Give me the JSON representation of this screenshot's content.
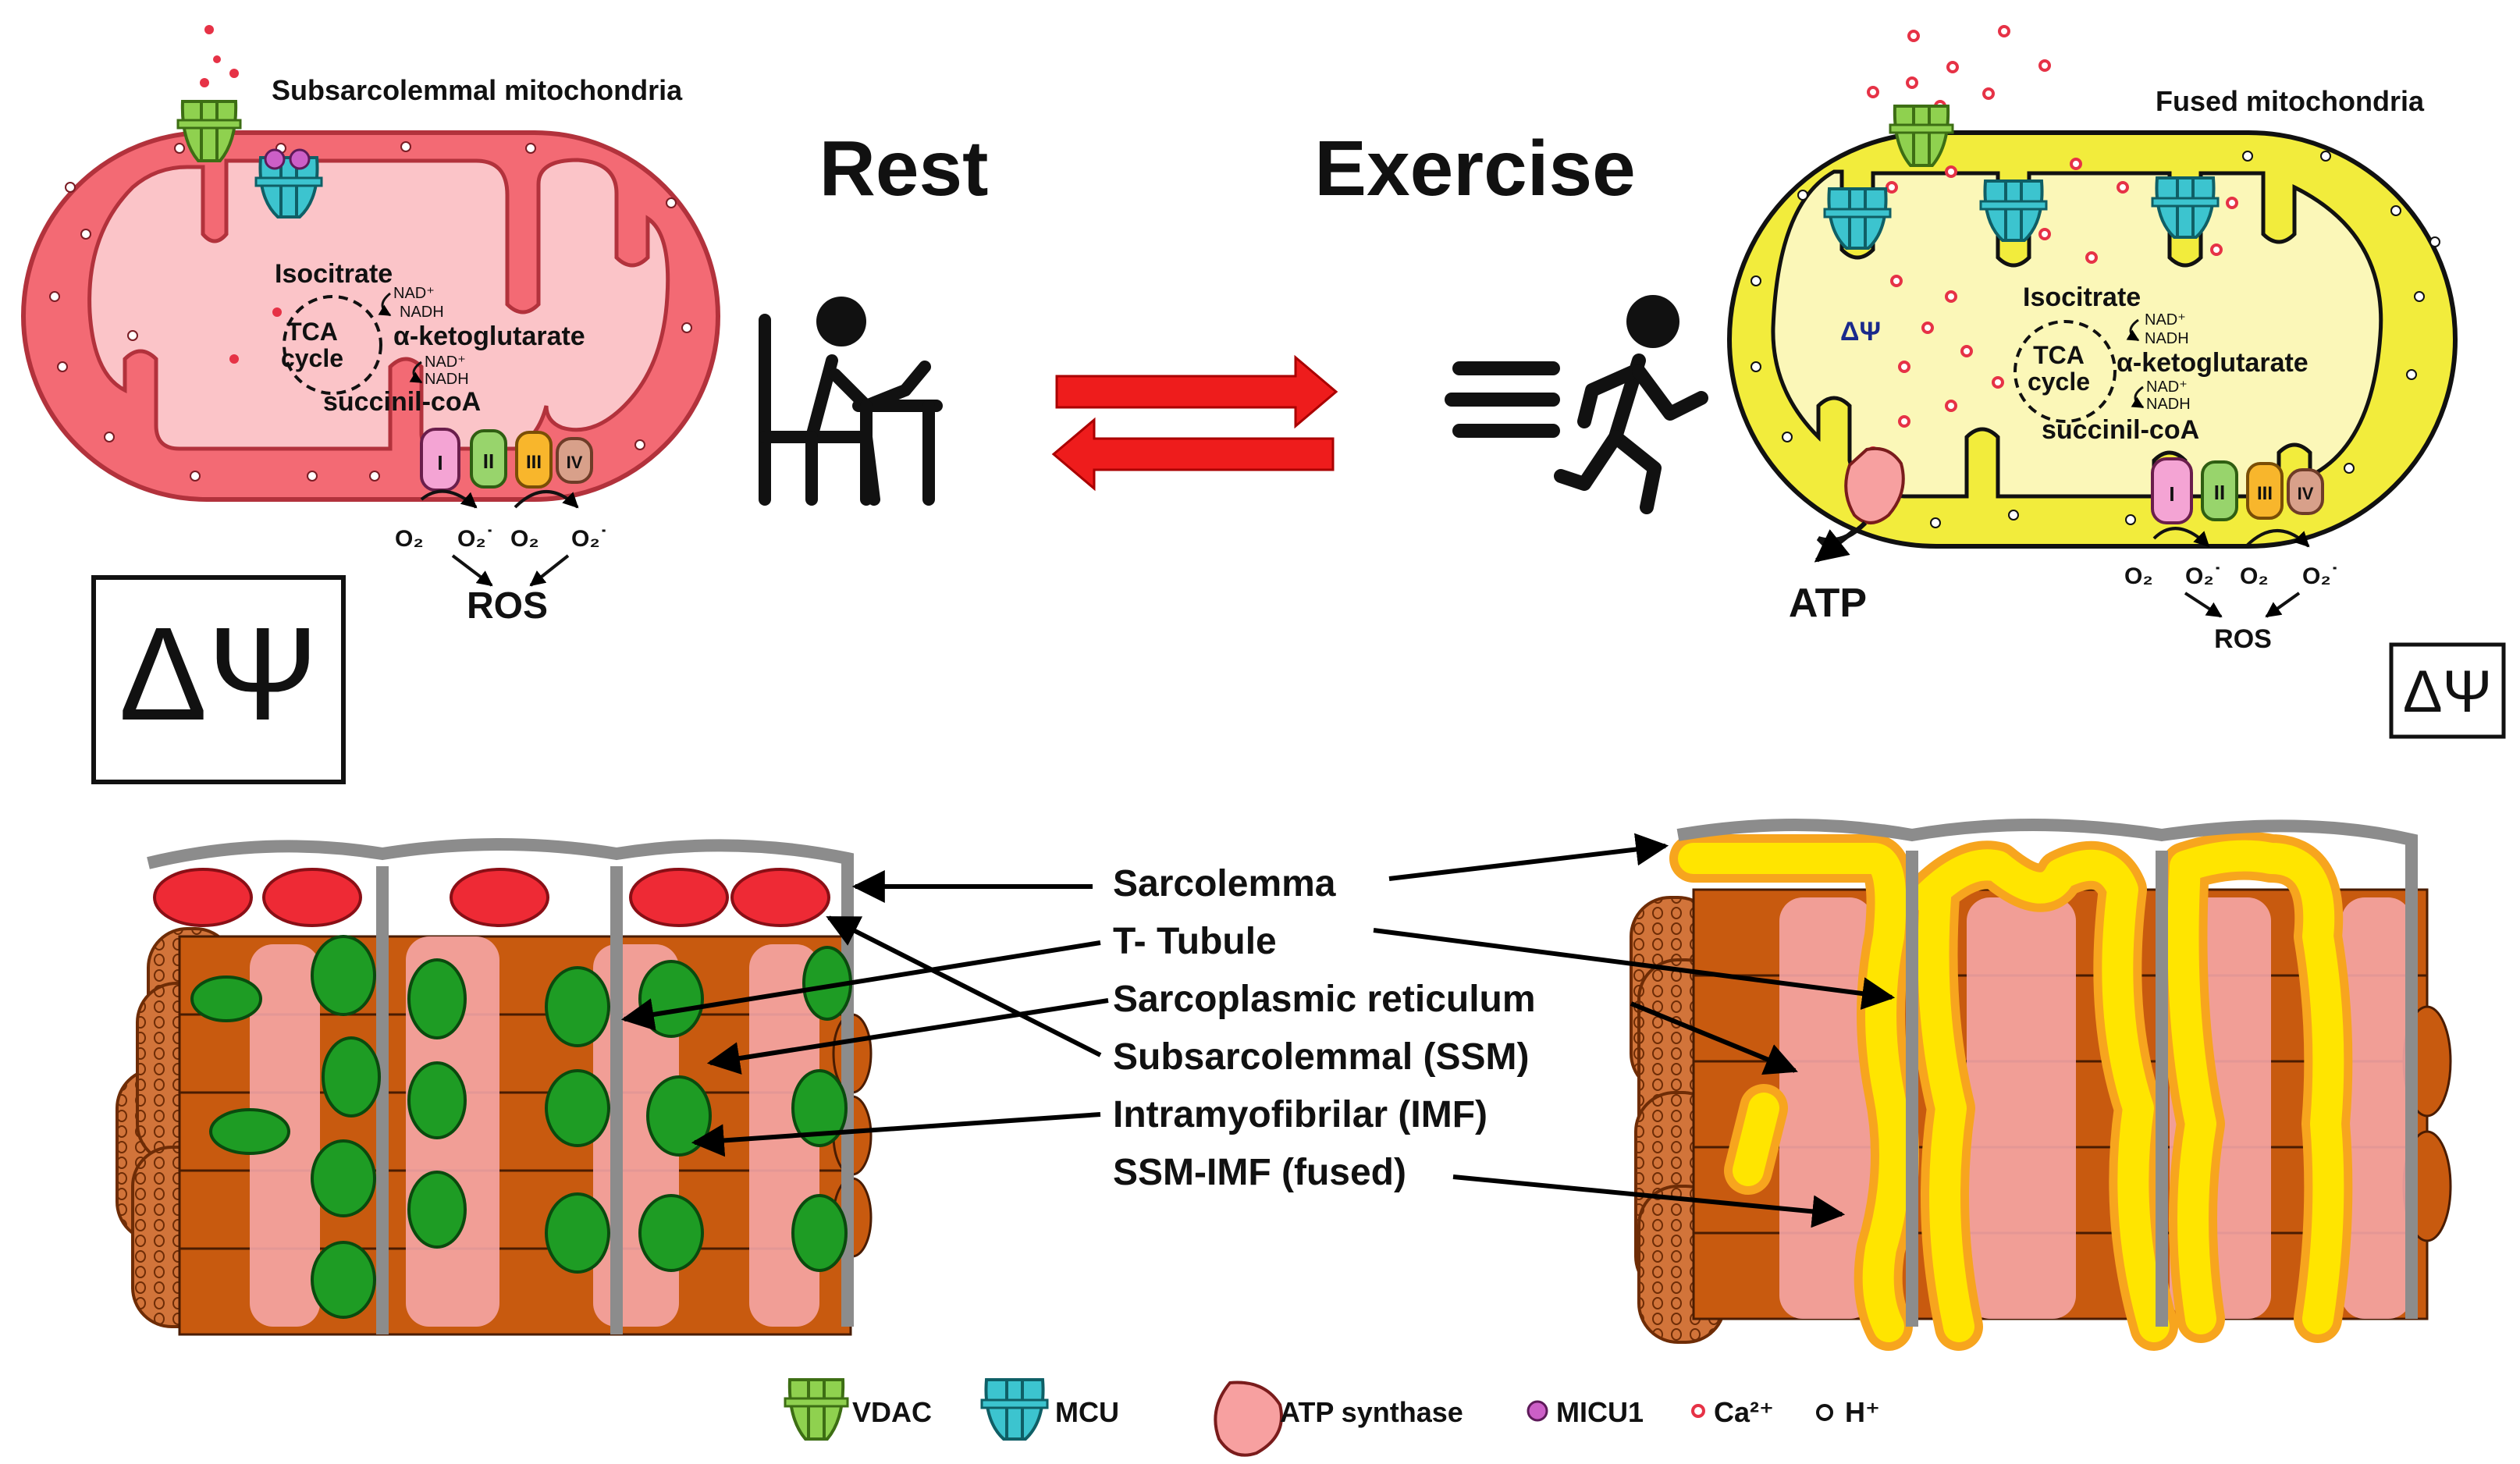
{
  "top_left": {
    "title": "Subsarcolemmal mitochondria",
    "isocitrate": "Isocitrate",
    "nad1": "NAD⁺",
    "nadh1": "NADH",
    "tca1": "TCA",
    "tca2": "cycle",
    "akg": "α-ketoglutarate",
    "nad2": "NAD⁺",
    "nadh2": "NADH",
    "succ": "succinil-coA",
    "complexes": [
      "I",
      "II",
      "III",
      "IV"
    ],
    "o2_a": "O₂",
    "o2r_a": "O₂˙",
    "o2_b": "O₂",
    "o2r_b": "O₂˙",
    "ros": "ROS",
    "delta_psi": "ΔΨ"
  },
  "state_labels": {
    "rest": "Rest",
    "exercise": "Exercise"
  },
  "top_right": {
    "title": "Fused mitochondria",
    "delta_psi_inner": "ΔΨ",
    "isocitrate": "Isocitrate",
    "nad1": "NAD⁺",
    "nadh1": "NADH",
    "tca1": "TCA",
    "tca2": "cycle",
    "akg": "α-ketoglutarate",
    "nad2": "NAD⁺",
    "nadh2": "NADH",
    "succ": "succinil-coA",
    "complexes": [
      "I",
      "II",
      "III",
      "IV"
    ],
    "atp": "ATP",
    "o2_a": "O₂",
    "o2r_a": "O₂˙",
    "o2_b": "O₂",
    "o2r_b": "O₂˙",
    "ros": "ROS",
    "delta_psi": "ΔΨ"
  },
  "structures": [
    "Sarcolemma",
    "T- Tubule",
    "Sarcoplasmic reticulum",
    "Subsarcolemmal (SSM)",
    "Intramyofibrilar (IMF)",
    "SSM-IMF (fused)"
  ],
  "legend": {
    "vdac": "VDAC",
    "mcu": "MCU",
    "atp_synthase": "ATP synthase",
    "micu1": "MICU1",
    "ca": "Ca²⁺",
    "h": "H⁺"
  },
  "colors": {
    "mito_rest_outer": "#f36a74",
    "mito_rest_inner": "#fbc4c8",
    "mito_ex_outer": "#f2ec3c",
    "mito_ex_inner": "#fbf7b8",
    "vdac": "#8fd14f",
    "mcu": "#3cc4cf",
    "arrow_red": "#ee1c1c",
    "muscle": "#c85a0f",
    "sr_pink": "#f5a5a5",
    "imf_green": "#1e9c24",
    "fused_yellow": "#ffe500",
    "membrane_gray": "#8c8c8c"
  }
}
